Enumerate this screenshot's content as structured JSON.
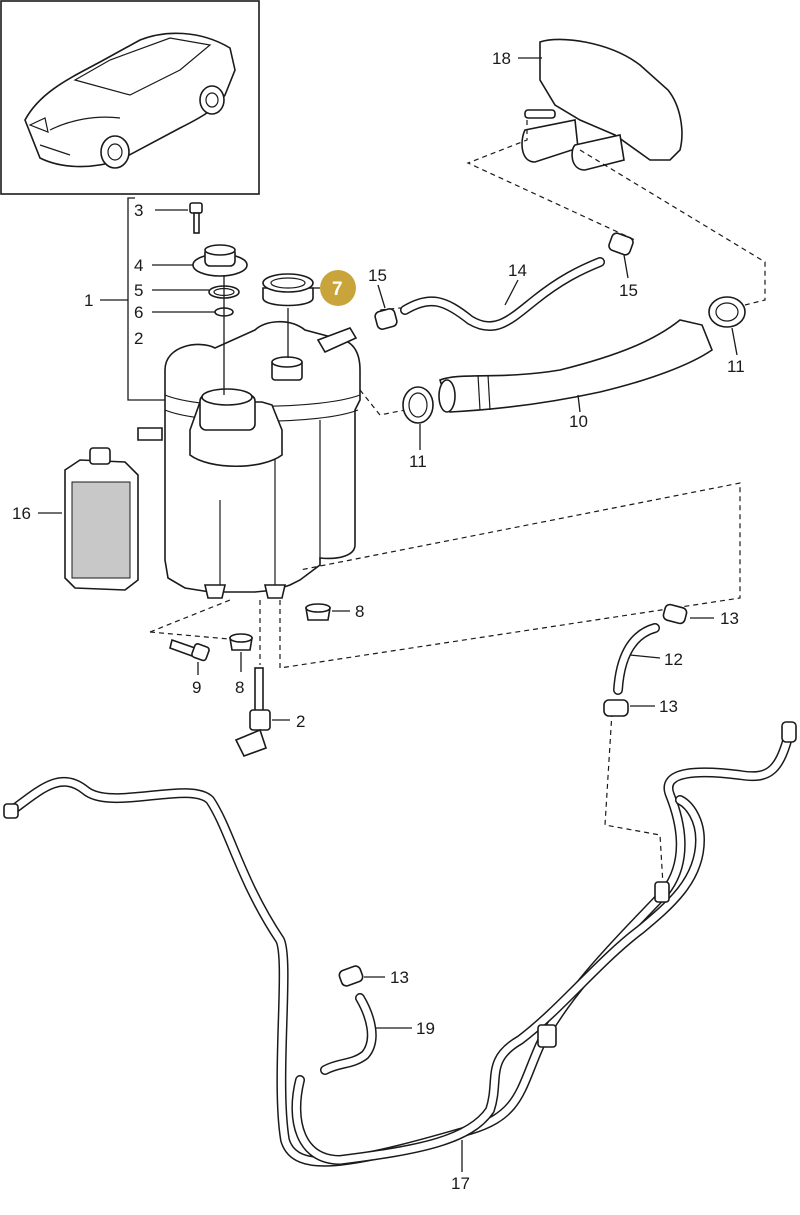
{
  "diagram": {
    "highlight_color": "#c9a43a",
    "highlighted_label": "7",
    "labels": {
      "p1": "1",
      "p2a": "2",
      "p2b": "2",
      "p3": "3",
      "p4": "4",
      "p5": "5",
      "p6": "6",
      "p7": "7",
      "p8a": "8",
      "p8b": "8",
      "p9": "9",
      "p10": "10",
      "p11a": "11",
      "p11b": "11",
      "p12": "12",
      "p13a": "13",
      "p13b": "13",
      "p13c": "13",
      "p14": "14",
      "p15a": "15",
      "p15b": "15",
      "p16": "16",
      "p17": "17",
      "p18": "18",
      "p19": "19"
    }
  }
}
